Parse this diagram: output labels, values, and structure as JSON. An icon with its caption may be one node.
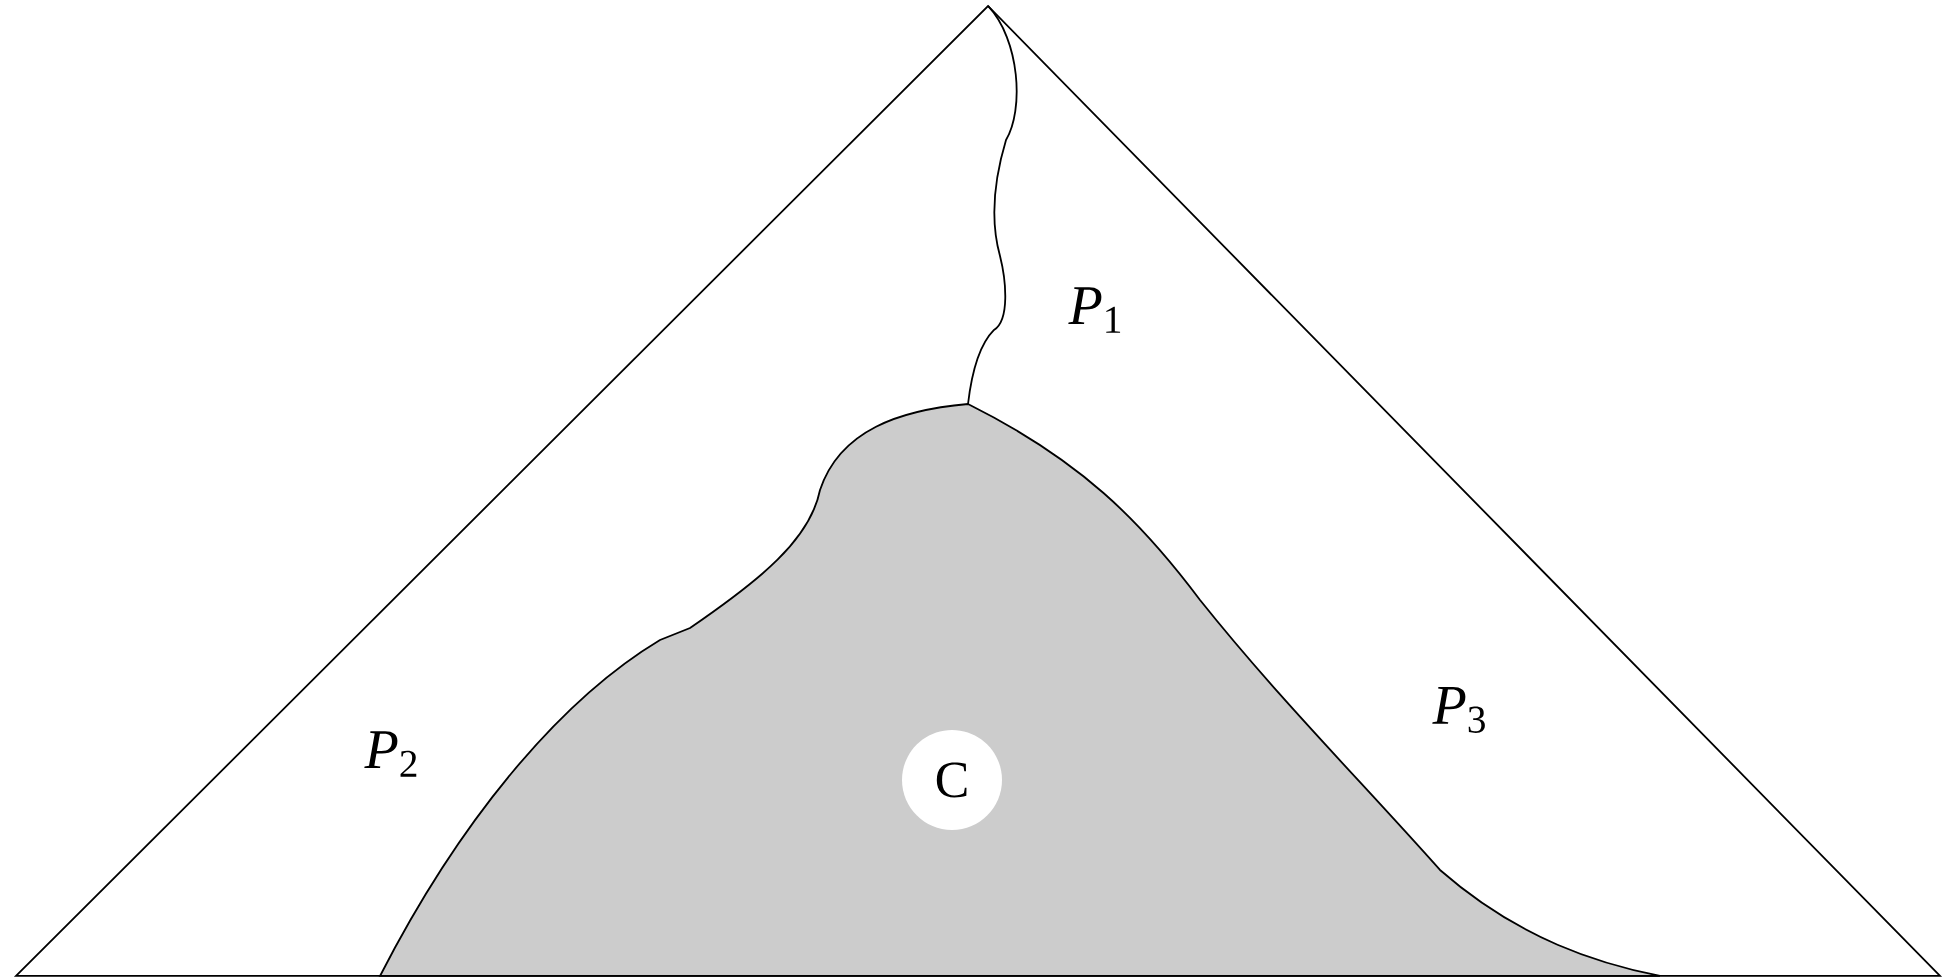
{
  "diagram": {
    "nodes": [
      {
        "text": [
          "C"
        ]
      }
    ],
    "labels": [
      "*P*$_{1}$",
      "*P*$_{2}$",
      "*P*$_{3}$"
    ]
  }
}
